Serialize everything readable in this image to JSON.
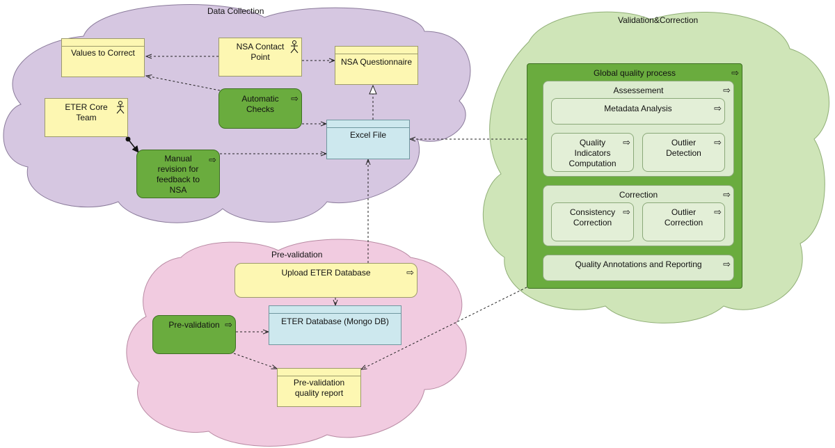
{
  "clouds": {
    "data_collection": "Data Collection",
    "validation_correction": "Validation&Correction",
    "pre_validation": "Pre-validation"
  },
  "data_collection": {
    "values_to_correct": "Values to Correct",
    "nsa_contact_point": [
      "NSA Contact",
      "Point"
    ],
    "nsa_questionnaire": "NSA  Questionnaire",
    "eter_core_team": [
      "ETER Core",
      "Team"
    ],
    "automatic_checks": [
      "Automatic",
      "Checks"
    ],
    "excel_file": "Excel File",
    "manual_revision": [
      "Manual",
      "revision for",
      "feedback to",
      "NSA"
    ]
  },
  "validation": {
    "global_quality_process": "Global quality process",
    "assessement": "Assessement",
    "metadata_analysis": "Metadata Analysis",
    "quality_indicators": [
      "Quality",
      "Indicators",
      "Computation"
    ],
    "outlier_detection": [
      "Outlier",
      "Detection"
    ],
    "correction": "Correction",
    "consistency_correction": [
      "Consistency",
      "Correction"
    ],
    "outlier_correction": [
      "Outlier",
      "Correction"
    ],
    "quality_annotations": "Quality Annotations and Reporting"
  },
  "pre_validation": {
    "upload_eter_database": "Upload ETER Database",
    "eter_database": "ETER Database (Mongo DB)",
    "pre_validation_process": "Pre-validation",
    "quality_report": [
      "Pre-validation",
      "quality report"
    ]
  },
  "colors": {
    "cloud_purple": "#d6c7e1",
    "cloud_green": "#cfe5b8",
    "cloud_pink": "#f1cbe0",
    "process_green": "#6aac3e",
    "object_yellow": "#fdf7b2",
    "artifact_blue": "#cde8ee"
  },
  "icons": [
    "actor-icon",
    "process-arrow-icon"
  ]
}
